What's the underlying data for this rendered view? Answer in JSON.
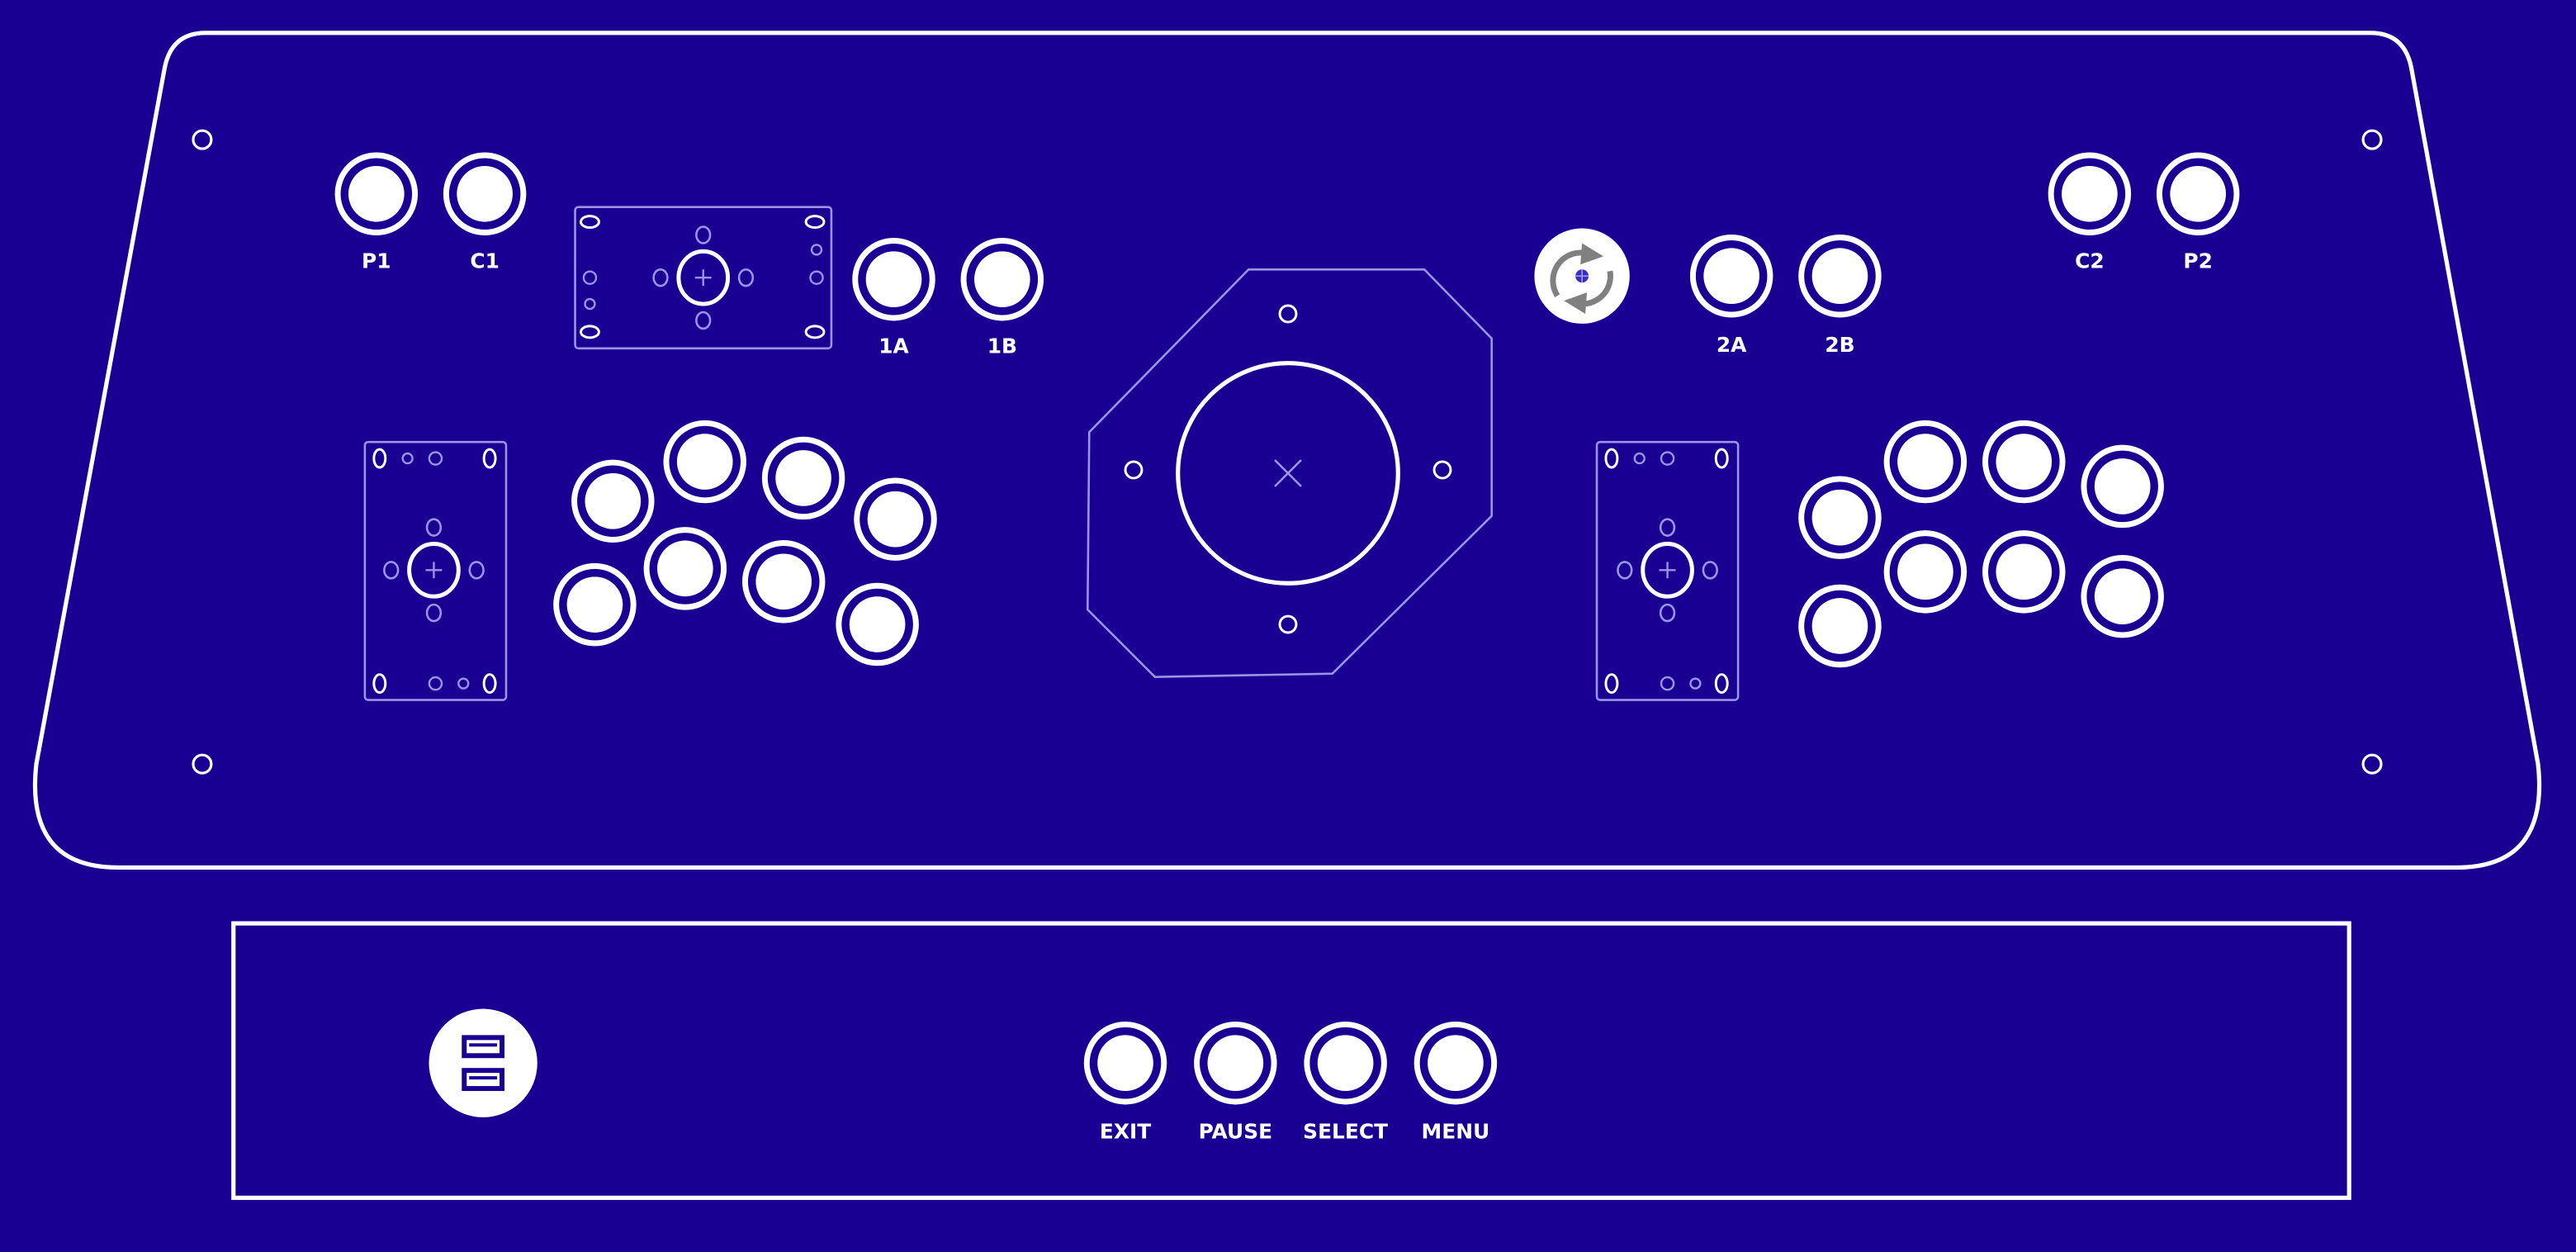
{
  "title": "Arcade control panel layout",
  "colors": {
    "background": "#190093",
    "line": "#ffffff",
    "guide": "#9c93e6",
    "icon_gray": "#808080"
  },
  "top_buttons": {
    "p1": "P1",
    "c1": "C1",
    "b1a": "1A",
    "b1b": "1B",
    "b2a": "2A",
    "b2b": "2B",
    "c2": "C2",
    "p2": "P2"
  },
  "bottom_buttons": {
    "exit": "EXIT",
    "pause": "PAUSE",
    "select": "SELECT",
    "menu": "MENU"
  },
  "icons": {
    "rotate": "rotate-icon",
    "usb": "usb-ports-icon",
    "trackball": "trackball-cross-icon"
  }
}
